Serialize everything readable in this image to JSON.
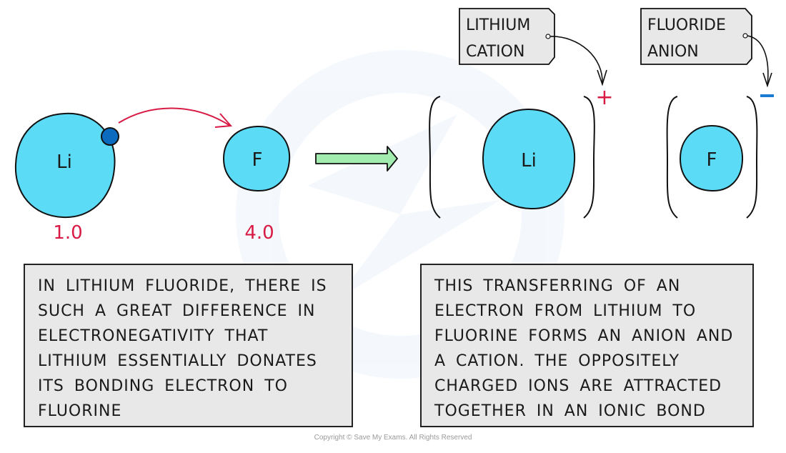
{
  "atoms_before": {
    "lithium": {
      "symbol": "Li",
      "electronegativity": "1.0"
    },
    "fluorine": {
      "symbol": "F",
      "electronegativity": "4.0"
    }
  },
  "ions_after": {
    "lithium": {
      "symbol": "Li",
      "charge": "+",
      "tag": [
        "LITHIUM",
        "CATION"
      ]
    },
    "fluoride": {
      "symbol": "F",
      "charge": "−",
      "tag": [
        "FLUORIDE",
        "ANION"
      ]
    }
  },
  "explanations": {
    "left": [
      "IN LITHIUM FLUORIDE, THERE IS",
      "SUCH A GREAT DIFFERENCE IN",
      "ELECTRONEGATIVITY THAT",
      "LITHIUM ESSENTIALLY DONATES",
      "ITS BONDING ELECTRON TO",
      "FLUORINE"
    ],
    "right": [
      "THIS TRANSFERRING OF AN",
      "ELECTRON FROM LITHIUM TO",
      "FLUORINE FORMS AN ANION AND",
      "A CATION. THE OPPOSITELY",
      "CHARGED IONS ARE ATTRACTED",
      "TOGETHER IN AN IONIC BOND"
    ]
  },
  "copyright": "Copyright © Save My Exams. All Rights Reserved",
  "colors": {
    "atom_fill": "#5bdbf5",
    "electron_fill": "#0a6bbf",
    "arrow_red": "#d81b45",
    "plus_red": "#d81b45",
    "minus_blue": "#1a7bd0",
    "reaction_arrow_fill": "#a3ecb0",
    "tag_fill": "#e8e8e8"
  }
}
